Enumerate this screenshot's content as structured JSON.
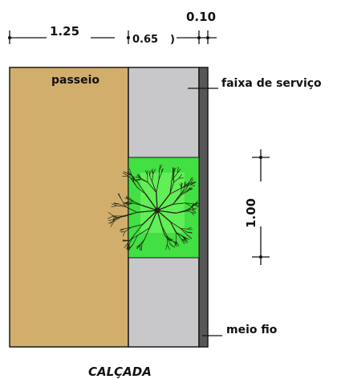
{
  "dimensions": {
    "passeio": "1.25",
    "faixa_servico": "0.65",
    "faixa_servico_suffix": ")",
    "meio_fio": "0.10",
    "planter_length": "1.00"
  },
  "labels": {
    "passeio": "passeio",
    "faixa_servico": "faixa de serviço",
    "meio_fio": "meio fio",
    "caption": "CALÇADA"
  },
  "colors": {
    "passeio": "#d2ae6d",
    "faixa_servico": "#c8c8ca",
    "meio_fio": "#575757",
    "planter": "#42e042",
    "tree": "#1f2a12",
    "outline": "#1a1a1a"
  },
  "icons": {
    "tree": "tree-top-view-icon"
  }
}
